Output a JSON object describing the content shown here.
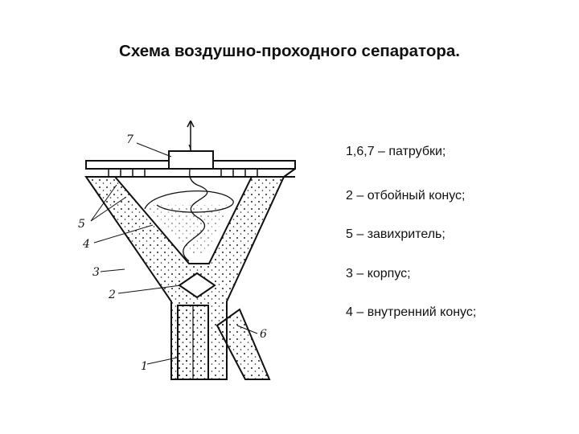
{
  "title": "Схема воздушно-проходного сепаратора.",
  "legend": [
    "1,6,7 – патрубки;",
    "2 – отбойный конус;",
    " 5 – завихритель;",
    "3 – корпус;",
    "4 – внутренний конус;"
  ],
  "diagram_labels": {
    "l7": "7",
    "l5": "5",
    "l4": "4",
    "l3": "3",
    "l2": "2",
    "l1": "1",
    "l6": "6"
  }
}
